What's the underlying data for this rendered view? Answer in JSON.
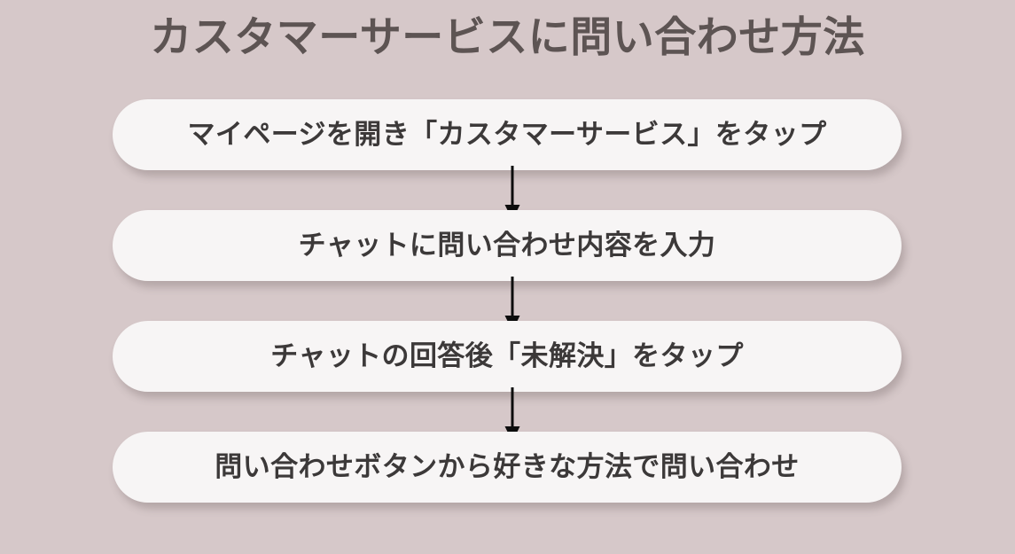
{
  "page": {
    "background_color": "#d6c8c9",
    "title": "カスタマーサービスに問い合わせ方法",
    "title_color": "#5d5453"
  },
  "flow": {
    "box_fill_color": "#f7f5f5",
    "box_text_color": "#3c3939",
    "arrow_color": "#0d0d0d",
    "steps": [
      {
        "index": "1",
        "label": "マイページを開き「カスタマーサービス」をタップ"
      },
      {
        "index": "2",
        "label": "チャットに問い合わせ内容を入力"
      },
      {
        "index": "3",
        "label": "チャットの回答後「未解決」をタップ"
      },
      {
        "index": "4",
        "label": "問い合わせボタンから好きな方法で問い合わせ"
      }
    ],
    "connectors": [
      {
        "from": "1",
        "to": "2",
        "icon": "arrow-down-icon"
      },
      {
        "from": "2",
        "to": "3",
        "icon": "arrow-down-icon"
      },
      {
        "from": "3",
        "to": "4",
        "icon": "arrow-down-icon"
      }
    ]
  }
}
